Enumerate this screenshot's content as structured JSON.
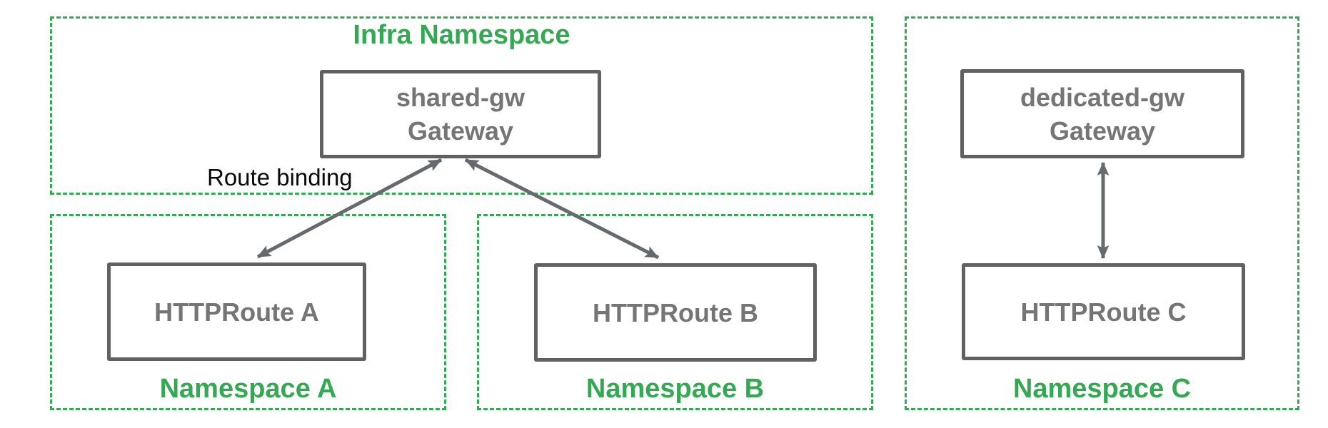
{
  "infra_namespace": {
    "title": "Infra Namespace",
    "gateway_name": "shared-gw",
    "gateway_kind": "Gateway"
  },
  "namespace_a": {
    "label": "Namespace A",
    "route_name": "HTTPRoute A"
  },
  "namespace_b": {
    "label": "Namespace B",
    "route_name": "HTTPRoute B"
  },
  "namespace_c": {
    "label": "Namespace C",
    "gateway_name": "dedicated-gw",
    "gateway_kind": "Gateway",
    "route_name": "HTTPRoute C"
  },
  "annotations": {
    "route_binding": "Route binding"
  },
  "colors": {
    "namespace_accent": "#34a853",
    "node_border": "#616161",
    "node_text": "#757575",
    "arrow": "#666a6c",
    "annotation_text": "#0a0a0a",
    "background": "#ffffff"
  }
}
